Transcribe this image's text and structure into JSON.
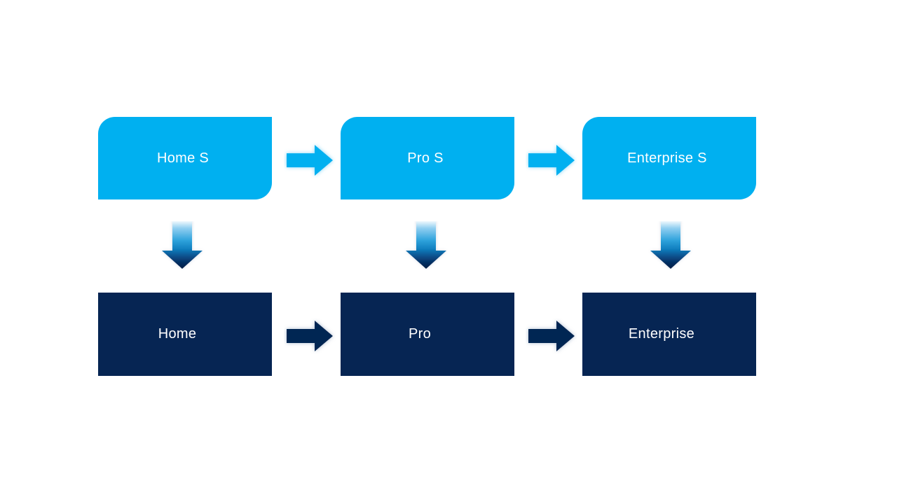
{
  "slide": {
    "background": "#FFFFFF",
    "description": "Upgrade path process diagram with two rows of three stages"
  },
  "diagram": {
    "top_row": {
      "shape": "round-diagonal-corner-rectangle",
      "fill": "#00B0F0",
      "text_color": "#FFFFFF",
      "items": [
        {
          "label": "Home S"
        },
        {
          "label": "Pro S"
        },
        {
          "label": "Enterprise S"
        }
      ]
    },
    "bottom_row": {
      "shape": "rectangle",
      "fill": "#062553",
      "text_color": "#FFFFFF",
      "items": [
        {
          "label": "Home"
        },
        {
          "label": "Pro"
        },
        {
          "label": "Enterprise"
        }
      ]
    },
    "connectors": {
      "top_right_arrows": {
        "fill": "#00B0F0",
        "glow": "#6FCFF5"
      },
      "bottom_right_arrows": {
        "fill": "#062553",
        "glow": "#9AACC4"
      },
      "down_arrows": {
        "glow": "#9AACC4",
        "gradient_stop_0": "#EFF8FD",
        "gradient_stop_1": "#8FCEF0",
        "gradient_stop_2": "#2FA3DC",
        "gradient_stop_3": "#1180C0",
        "gradient_stop_4": "#0A5592",
        "gradient_stop_5": "#053064",
        "gradient_stop_6": "#051D45"
      }
    }
  }
}
